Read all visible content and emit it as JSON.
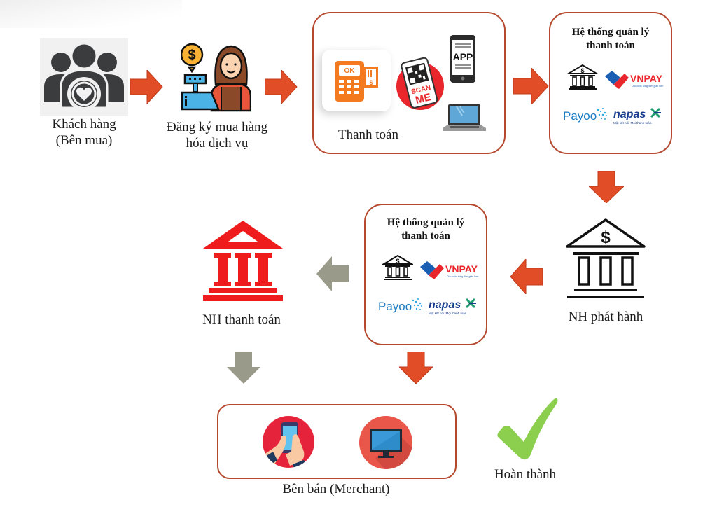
{
  "colors": {
    "arrow_primary": "#e14d27",
    "arrow_secondary": "#9a9a8a",
    "box_border": "#b5482e",
    "bank_red": "#ee1c1c",
    "check_green": "#8ccf4f",
    "pos_orange": "#f47a20"
  },
  "steps": {
    "customer": {
      "label_line1": "Khách hàng",
      "label_line2": "(Bên mua)",
      "icon": "customer-group-heart-icon"
    },
    "register": {
      "label_line1": "Đăng ký mua hàng",
      "label_line2": "hóa dịch vụ",
      "icon": "cashier-icon"
    },
    "payment": {
      "label": "Thanh toán",
      "methods": [
        {
          "name": "pos-terminal",
          "text": "OK",
          "card_symbol": "$"
        },
        {
          "name": "qr-scan",
          "text_line1": "SCAN",
          "text_line2": "ME"
        },
        {
          "name": "mobile-app",
          "text": "APP"
        },
        {
          "name": "laptop"
        }
      ]
    },
    "payment_system_top": {
      "title_line1": "Hệ thống quản lý",
      "title_line2": "thanh toán",
      "logos": [
        {
          "name": "bank",
          "symbol": "$"
        },
        {
          "name": "vnpay",
          "text": "VNPAY",
          "tagline": "Cho cuộc sống đơn giản hơn"
        },
        {
          "name": "payoo",
          "text": "Payoo"
        },
        {
          "name": "napas",
          "text": "napas",
          "tagline": "Một kết nối. Mọi thanh toán."
        }
      ]
    },
    "issuing_bank": {
      "label": "NH phát hành",
      "symbol": "$"
    },
    "payment_system_mid": {
      "title_line1": "Hệ thống quản lý",
      "title_line2": "thanh toán",
      "logos": [
        {
          "name": "bank",
          "symbol": "$"
        },
        {
          "name": "vnpay",
          "text": "VNPAY",
          "tagline": "Cho cuộc sống đơn giản hơn"
        },
        {
          "name": "payoo",
          "text": "Payoo"
        },
        {
          "name": "napas",
          "text": "napas",
          "tagline": "Một kết nối. Mọi thanh toán."
        }
      ]
    },
    "acquiring_bank": {
      "label": "NH thanh toán"
    },
    "merchant": {
      "label": "Bên bán (Merchant)",
      "icons": [
        "mobile-touch-icon",
        "monitor-icon"
      ]
    },
    "complete": {
      "label": "Hoàn thành"
    }
  },
  "arrows": [
    {
      "name": "arrow-customer-to-register",
      "direction": "right",
      "style": "primary"
    },
    {
      "name": "arrow-register-to-payment",
      "direction": "right",
      "style": "primary"
    },
    {
      "name": "arrow-payment-to-system",
      "direction": "right",
      "style": "primary"
    },
    {
      "name": "arrow-system-to-issuer",
      "direction": "down",
      "style": "primary"
    },
    {
      "name": "arrow-issuer-to-system",
      "direction": "left",
      "style": "primary"
    },
    {
      "name": "arrow-system-to-acquirer",
      "direction": "left",
      "style": "secondary"
    },
    {
      "name": "arrow-acquirer-to-merchant",
      "direction": "down",
      "style": "secondary"
    },
    {
      "name": "arrow-system-to-merchant",
      "direction": "down",
      "style": "primary"
    }
  ]
}
